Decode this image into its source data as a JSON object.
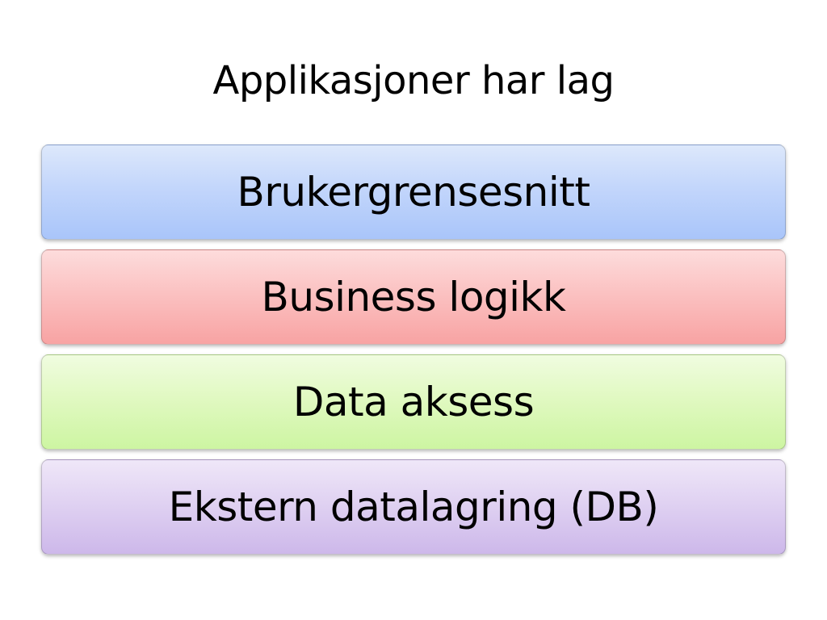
{
  "slide": {
    "title": "Applikasjoner har lag"
  },
  "layers": [
    {
      "label": "Brukergrensesnitt",
      "color": "#a9c5fa"
    },
    {
      "label": "Business logikk",
      "color": "#f8a3a3"
    },
    {
      "label": "Data aksess",
      "color": "#cdf5a2"
    },
    {
      "label": "Ekstern datalagring (DB)",
      "color": "#cdb8ea"
    }
  ]
}
